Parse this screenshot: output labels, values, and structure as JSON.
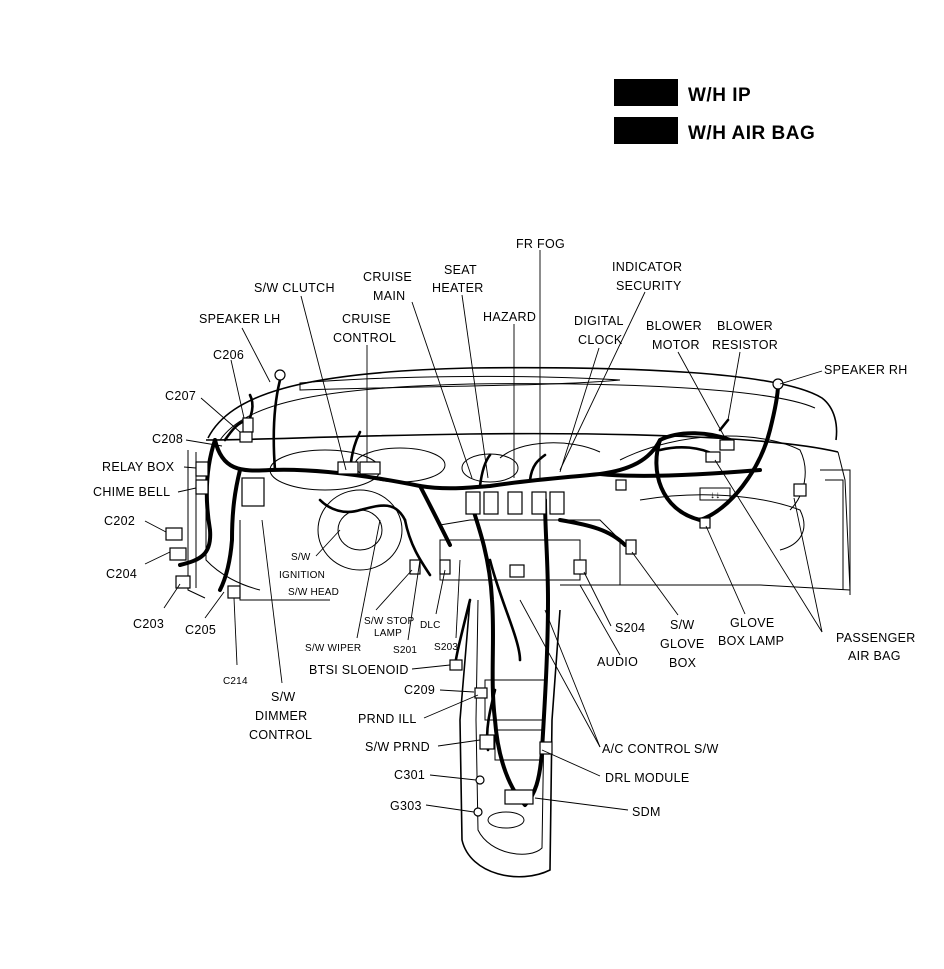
{
  "legend": {
    "items": [
      {
        "label": "W/H IP",
        "color": "#000000"
      },
      {
        "label": "W/H AIR BAG",
        "color": "#000000"
      }
    ]
  },
  "labels": {
    "fr_fog": "FR FOG",
    "indicator": "INDICATOR",
    "security": "SECURITY",
    "seat": "SEAT",
    "heater": "HEATER",
    "cruise_main_1": "CRUISE",
    "cruise_main_2": "MAIN",
    "sw_clutch": "S/W CLUTCH",
    "hazard": "HAZARD",
    "digital": "DIGITAL",
    "clock": "CLOCK",
    "blower_motor_1": "BLOWER",
    "blower_motor_2": "MOTOR",
    "blower_resistor_1": "BLOWER",
    "blower_resistor_2": "RESISTOR",
    "speaker_lh": "SPEAKER LH",
    "cruise_control_1": "CRUISE",
    "cruise_control_2": "CONTROL",
    "speaker_rh": "SPEAKER RH",
    "c206": "C206",
    "c207": "C207",
    "c208": "C208",
    "relay_box": "RELAY BOX",
    "chime_bell": "CHIME BELL",
    "c202": "C202",
    "c204": "C204",
    "c203": "C203",
    "c205": "C205",
    "c214": "C214",
    "sw_ignition_1": "S/W",
    "sw_ignition_2": "IGNITION",
    "sw_head": "S/W HEAD",
    "sw_stop_lamp_1": "S/W STOP",
    "sw_stop_lamp_2": "LAMP",
    "dlc": "DLC",
    "sw_wiper": "S/W WIPER",
    "s201": "S201",
    "s203": "S203",
    "btsi_solenoid": "BTSI SLOENOID",
    "c209": "C209",
    "prnd_ill": "PRND ILL",
    "sw_prnd": "S/W PRND",
    "c301": "C301",
    "g303": "G303",
    "sw_dimmer_1": "S/W",
    "sw_dimmer_2": "DIMMER",
    "sw_dimmer_3": "CONTROL",
    "s204": "S204",
    "audio": "AUDIO",
    "sw_glove_box_1": "S/W",
    "sw_glove_box_2": "GLOVE",
    "sw_glove_box_3": "BOX",
    "glove_box_lamp_1": "GLOVE",
    "glove_box_lamp_2": "BOX LAMP",
    "passenger_air_bag_1": "PASSENGER",
    "passenger_air_bag_2": "AIR BAG",
    "ac_control_sw": "A/C CONTROL S/W",
    "drl_module": "DRL MODULE",
    "sdm": "SDM"
  }
}
